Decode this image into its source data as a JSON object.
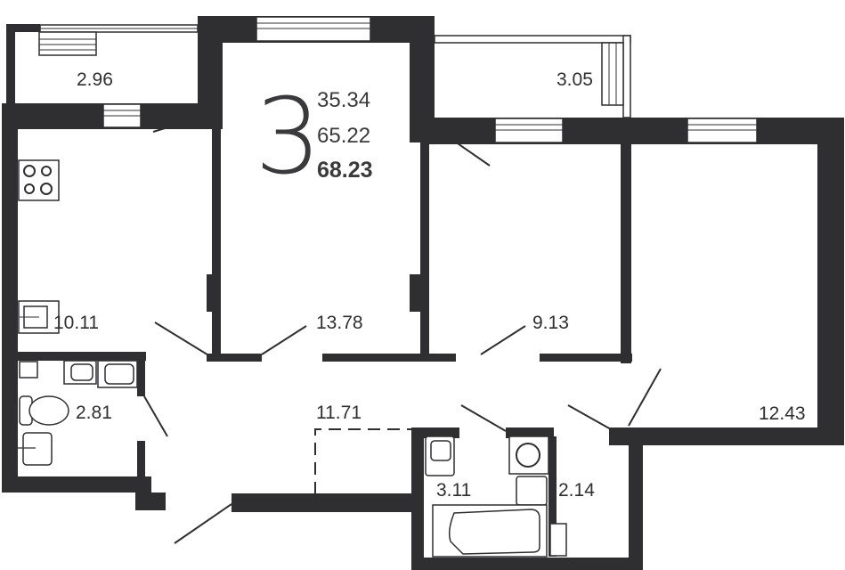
{
  "plan": {
    "rooms_count": "3",
    "living_area": "35.34",
    "total_area_without_balconies": "65.22",
    "total_area": "68.23"
  },
  "rooms": {
    "balcony_left": "2.96",
    "balcony_right": "3.05",
    "kitchen": "10.11",
    "room_center": "13.78",
    "room_small": "9.13",
    "room_large": "12.43",
    "bathroom_left": "2.81",
    "hallway": "11.71",
    "bathroom_tub": "3.11",
    "toilet_room": "2.14"
  },
  "colors": {
    "wall": "#2f2f31",
    "background": "#ffffff"
  }
}
